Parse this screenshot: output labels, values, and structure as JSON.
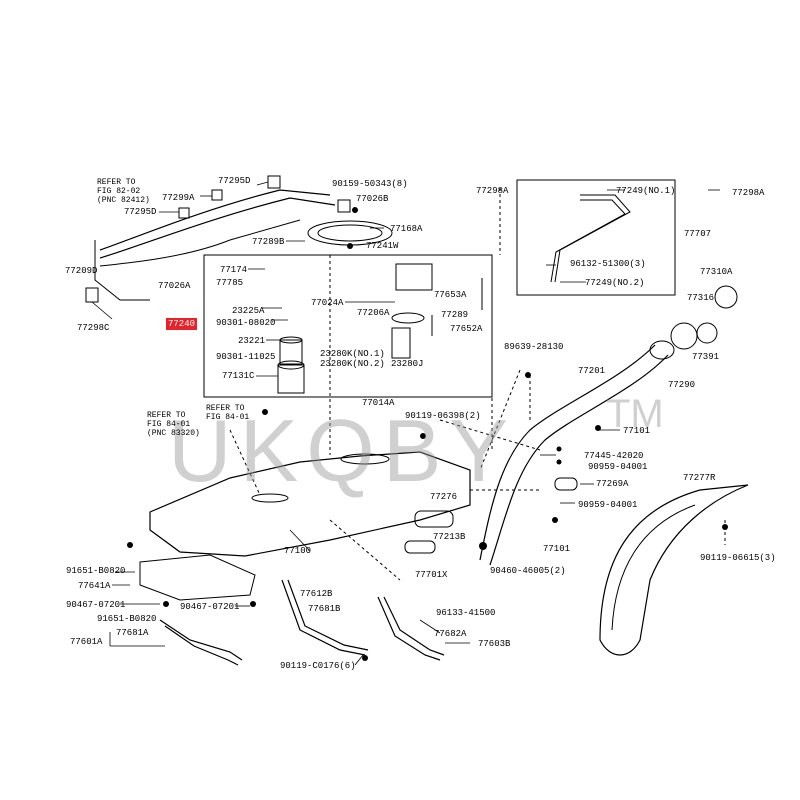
{
  "diagram": {
    "highlight_part": "77240",
    "watermark": "UKQBY",
    "watermark_tm": "TM",
    "refs": [
      {
        "id": "ref-82",
        "lines": [
          "REFER TO",
          "FIG 82-02",
          "(PNC 82412)"
        ]
      },
      {
        "id": "ref-84a",
        "lines": [
          "REFER TO",
          "FIG 84-01",
          "(PNC 83320)"
        ]
      },
      {
        "id": "ref-84b",
        "lines": [
          "REFER TO",
          "FIG 84-01"
        ]
      }
    ],
    "labels": [
      {
        "id": "77295D_a",
        "text": "77295D"
      },
      {
        "id": "77299A",
        "text": "77299A"
      },
      {
        "id": "77295D_b",
        "text": "77295D"
      },
      {
        "id": "77209D",
        "text": "77209D"
      },
      {
        "id": "77026A",
        "text": "77026A"
      },
      {
        "id": "77298C",
        "text": "77298C"
      },
      {
        "id": "90159",
        "text": "90159-50343(8)"
      },
      {
        "id": "77026B",
        "text": "77026B"
      },
      {
        "id": "77168A",
        "text": "77168A"
      },
      {
        "id": "77289B",
        "text": "77289B"
      },
      {
        "id": "77241W",
        "text": "77241W"
      },
      {
        "id": "77174",
        "text": "77174"
      },
      {
        "id": "77785",
        "text": "77785"
      },
      {
        "id": "77024A",
        "text": "77024A"
      },
      {
        "id": "77653A",
        "text": "77653A"
      },
      {
        "id": "77206A",
        "text": "77206A"
      },
      {
        "id": "77289",
        "text": "77289"
      },
      {
        "id": "77652A",
        "text": "77652A"
      },
      {
        "id": "23225A",
        "text": "23225A"
      },
      {
        "id": "90301a",
        "text": "90301-08020"
      },
      {
        "id": "23221",
        "text": "23221"
      },
      {
        "id": "90301b",
        "text": "90301-11025"
      },
      {
        "id": "23280K1",
        "text": "23280K(NO.1)"
      },
      {
        "id": "23280K2",
        "text": "23280K(NO.2)"
      },
      {
        "id": "23280J",
        "text": "23280J"
      },
      {
        "id": "77131C",
        "text": "77131C"
      },
      {
        "id": "77298A_a",
        "text": "77298A"
      },
      {
        "id": "77249_1",
        "text": "77249(NO.1)"
      },
      {
        "id": "77298A_b",
        "text": "77298A"
      },
      {
        "id": "77707",
        "text": "77707"
      },
      {
        "id": "96132",
        "text": "96132-51300(3)"
      },
      {
        "id": "77249_2",
        "text": "77249(NO.2)"
      },
      {
        "id": "77310A",
        "text": "77310A"
      },
      {
        "id": "77316",
        "text": "77316"
      },
      {
        "id": "77391",
        "text": "77391"
      },
      {
        "id": "77290",
        "text": "77290"
      },
      {
        "id": "89639",
        "text": "89639-28130"
      },
      {
        "id": "77201",
        "text": "77201"
      },
      {
        "id": "77014A",
        "text": "77014A"
      },
      {
        "id": "90119a",
        "text": "90119-06398(2)"
      },
      {
        "id": "77101a",
        "text": "77101"
      },
      {
        "id": "77445",
        "text": "77445-42020"
      },
      {
        "id": "90959a",
        "text": "90959-04001"
      },
      {
        "id": "77269A",
        "text": "77269A"
      },
      {
        "id": "90959b",
        "text": "90959-04001"
      },
      {
        "id": "77276",
        "text": "77276"
      },
      {
        "id": "77213B",
        "text": "77213B"
      },
      {
        "id": "77101b",
        "text": "77101"
      },
      {
        "id": "77277R",
        "text": "77277R"
      },
      {
        "id": "90119b",
        "text": "90119-06615(3)"
      },
      {
        "id": "77100",
        "text": "77100"
      },
      {
        "id": "77701X",
        "text": "77701X"
      },
      {
        "id": "90460",
        "text": "90460-46005(2)"
      },
      {
        "id": "96133",
        "text": "96133-41500"
      },
      {
        "id": "91651a",
        "text": "91651-B0820"
      },
      {
        "id": "77641A",
        "text": "77641A"
      },
      {
        "id": "90467a",
        "text": "90467-07201"
      },
      {
        "id": "91651b",
        "text": "91651-B0820"
      },
      {
        "id": "77601A",
        "text": "77601A"
      },
      {
        "id": "77681A",
        "text": "77681A"
      },
      {
        "id": "90467b",
        "text": "90467-07201"
      },
      {
        "id": "77612B",
        "text": "77612B"
      },
      {
        "id": "77681B",
        "text": "77681B"
      },
      {
        "id": "77682A",
        "text": "77682A"
      },
      {
        "id": "77603B",
        "text": "77603B"
      },
      {
        "id": "90119c",
        "text": "90119-C0176(6)"
      }
    ]
  }
}
